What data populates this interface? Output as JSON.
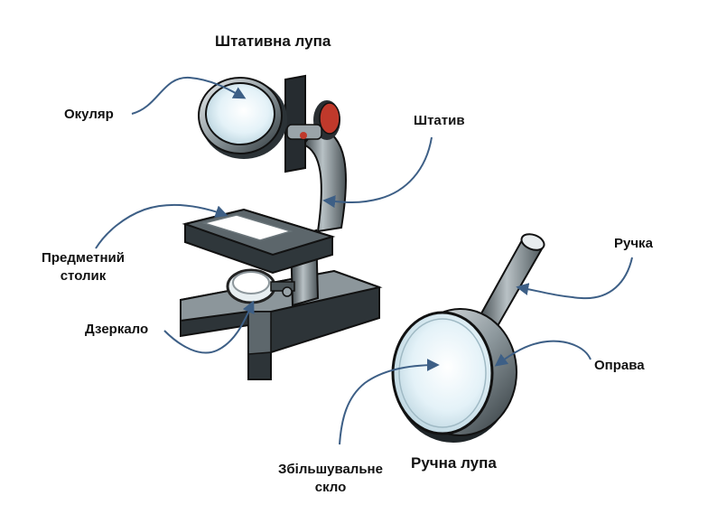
{
  "titles": {
    "stand_magnifier": "Штативна лупа",
    "hand_magnifier": "Ручна лупа"
  },
  "labels": {
    "eyepiece": "Окуляр",
    "tripod": "Штатив",
    "stage_line1": "Предметний",
    "stage_line2": "столик",
    "mirror": "Дзеркало",
    "handle": "Ручка",
    "frame": "Оправа",
    "lens_line1": "Збільшувальне",
    "lens_line2": "скло"
  },
  "colors": {
    "arrow": "#3d5f86",
    "metal_dark": "#2b3236",
    "metal_mid": "#6f7a80",
    "metal_light": "#c9d0d3",
    "lens": "#dceef6",
    "knob": "#c0392b"
  }
}
